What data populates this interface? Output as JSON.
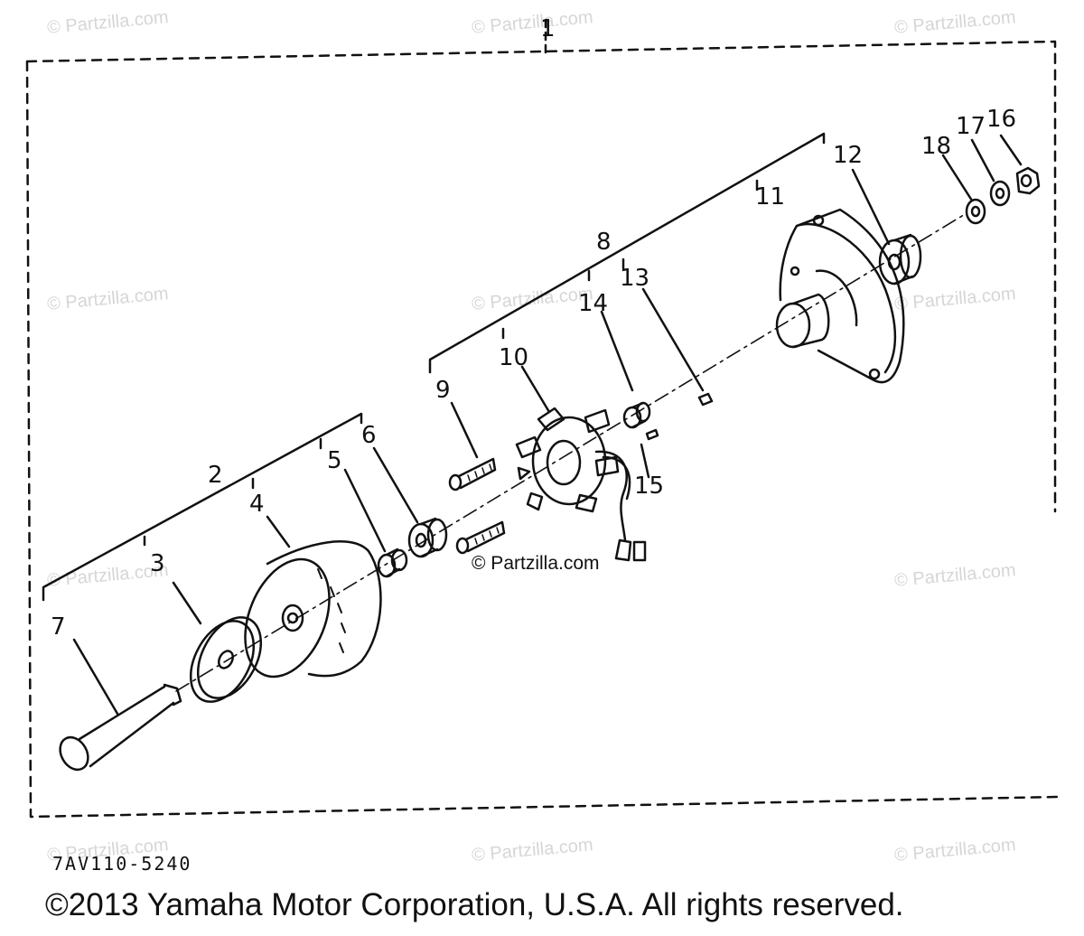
{
  "watermark": "© Partzilla.com",
  "center_watermark": "© Partzilla.com",
  "diagram_code": "7AV110-5240",
  "copyright": "©2013 Yamaha Motor Corporation, U.S.A. All rights reserved.",
  "callouts": {
    "c1": "1",
    "c2": "2",
    "c3": "3",
    "c4": "4",
    "c5": "5",
    "c6": "6",
    "c7": "7",
    "c8": "8",
    "c9": "9",
    "c10": "10",
    "c11": "11",
    "c12": "12",
    "c13": "13",
    "c14": "14",
    "c15": "15",
    "c16": "16",
    "c17": "17",
    "c18": "18"
  }
}
